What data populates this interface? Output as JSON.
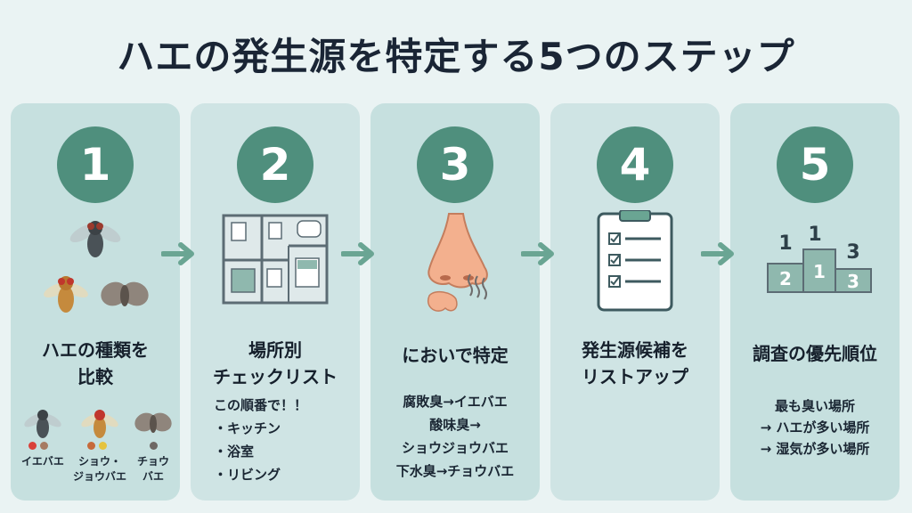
{
  "title": "ハエの発生源を特定する5つのステップ",
  "steps": [
    {
      "number": "1",
      "heading_lines": [
        "ハエの種類を",
        "比較"
      ],
      "flies": [
        {
          "label_lines": [
            "イエバエ"
          ],
          "dot_colors": [
            "#d9413a",
            "#a67b62"
          ]
        },
        {
          "label_lines": [
            "ショウ・",
            "ジョウバエ"
          ],
          "dot_colors": [
            "#c66a3b",
            "#e5c33d"
          ]
        },
        {
          "label_lines": [
            "チョウ",
            "バエ"
          ],
          "dot_colors": [
            "#6e6864"
          ]
        }
      ]
    },
    {
      "number": "2",
      "heading_lines": [
        "場所別",
        "チェックリスト"
      ],
      "intro": "この順番で！！",
      "items": [
        "・キッチン",
        "・浴室",
        "・リビング"
      ]
    },
    {
      "number": "3",
      "heading_lines": [
        "においで特定"
      ],
      "items": [
        "腐敗臭→イエバエ",
        "酸味臭→",
        "ショウジョウバエ",
        "下水臭→チョウバエ"
      ]
    },
    {
      "number": "4",
      "heading_lines": [
        "発生源候補を",
        "リストアップ"
      ]
    },
    {
      "number": "5",
      "heading_lines": [
        "調査の優先順位"
      ],
      "podium": [
        "1",
        "1",
        "3",
        "2",
        "1",
        "3"
      ],
      "items": [
        "最も臭い場所",
        "→ ハエが多い場所",
        "→ 湿気が多い場所"
      ]
    }
  ],
  "colors": {
    "accent": "#4f8f7d",
    "arrow": "#6aa593",
    "background": "#eaf3f3"
  }
}
